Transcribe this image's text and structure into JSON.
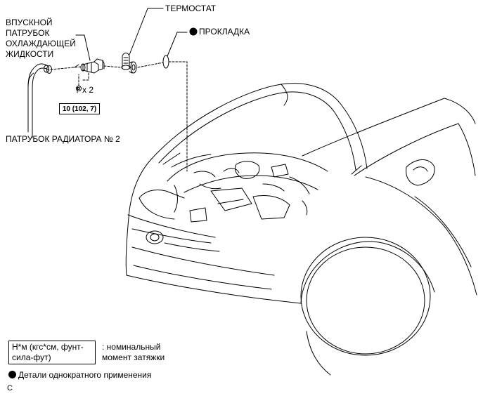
{
  "labels": {
    "thermostat": "ТЕРМОСТАТ",
    "gasket": "ПРОКЛАДКА",
    "inlet_pipe_lines": [
      "ВПУСКНОЙ",
      "ПАТРУБОК",
      "ОХЛАЖДАЮЩЕЙ",
      "ЖИДКОСТИ"
    ],
    "radiator_hose": "ПАТРУБОК РАДИАТОРА № 2",
    "bolt_qty": "x 2",
    "torque_value": "10 (102, 7)"
  },
  "legend": {
    "unit_lines": [
      "Н*м (кгс*см, фунт-",
      "сила-фут)"
    ],
    "unit_desc_lines": [
      ": номинальный",
      "момент затяжки"
    ],
    "non_reusable": "Детали однократного применения"
  },
  "corner_code": "C",
  "colors": {
    "ink": "#000000",
    "background": "#ffffff"
  },
  "icons": {
    "non_reusable_marker": "filled-circle"
  }
}
